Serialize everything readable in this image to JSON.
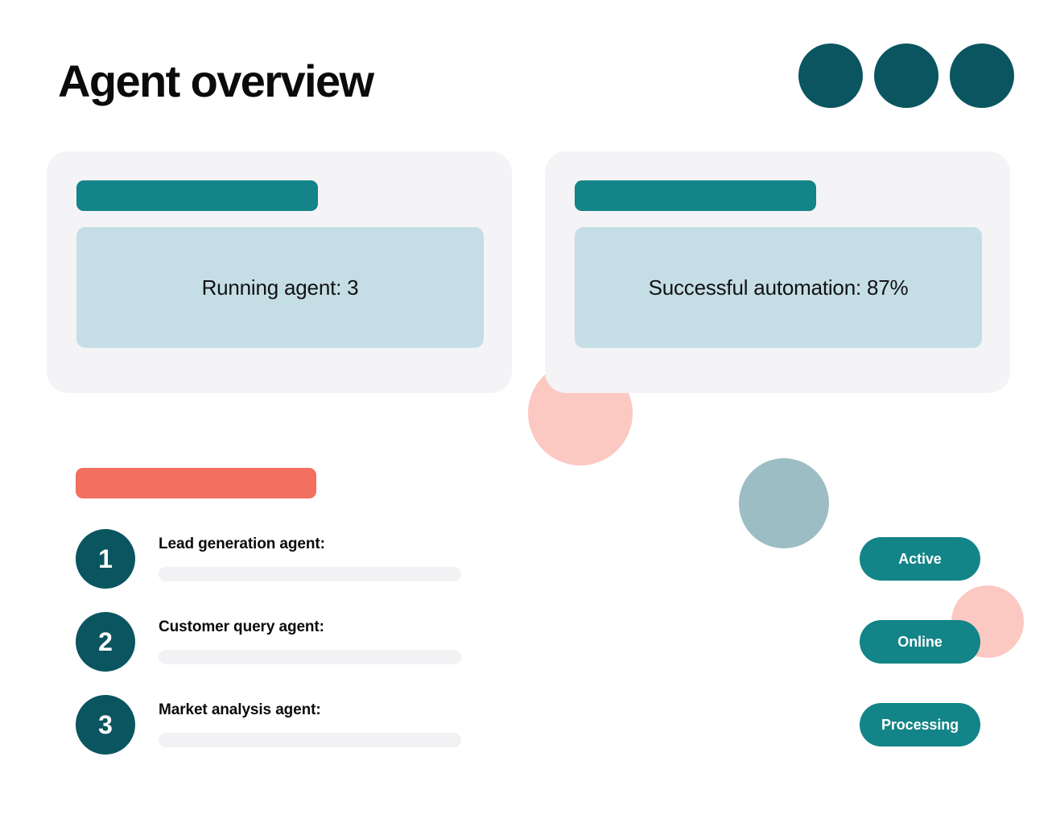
{
  "header": {
    "title": "Agent overview",
    "dots": [
      "decorative-dot-1",
      "decorative-dot-2",
      "decorative-dot-3"
    ]
  },
  "colors": {
    "teal_dark": "#0a5560",
    "teal": "#138487",
    "light_blue_panel": "#c5dee6",
    "card_background": "#f4f3f6",
    "coral": "#f1705f",
    "pink_blob": "#fbc9c2",
    "steel_blob": "#9dbdc4",
    "placeholder_gray": "#f2f2f5",
    "text": "#0b0b0d",
    "page_background": "#ffffff"
  },
  "stat_cards": [
    {
      "title_bar": "",
      "value_text": "Running agent: 3"
    },
    {
      "title_bar": "",
      "value_text": "Successful automation: 87%"
    }
  ],
  "section_bar": {
    "label": ""
  },
  "agents": [
    {
      "number": "1",
      "label": "Lead generation agent:",
      "detail": ""
    },
    {
      "number": "2",
      "label": "Customer query agent:",
      "detail": ""
    },
    {
      "number": "3",
      "label": "Market analysis agent:",
      "detail": ""
    }
  ],
  "status_pills": [
    {
      "label": "Active"
    },
    {
      "label": "Online"
    },
    {
      "label": "Processing"
    }
  ]
}
